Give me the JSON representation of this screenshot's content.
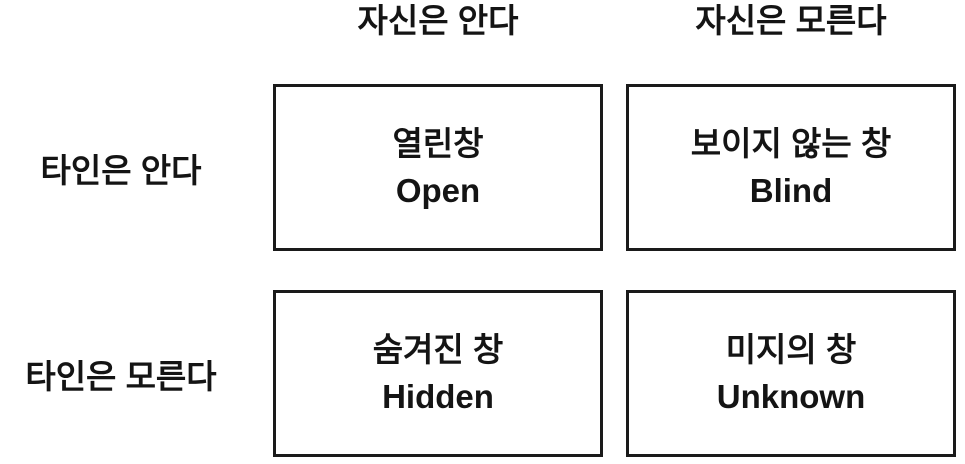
{
  "matrix": {
    "column_headers": [
      {
        "label": "자신은 안다"
      },
      {
        "label": "자신은 모른다"
      }
    ],
    "row_headers": [
      {
        "label": "타인은 안다"
      },
      {
        "label": "타인은 모른다"
      }
    ],
    "quadrants": [
      {
        "title_ko": "열린창",
        "title_en": "Open"
      },
      {
        "title_ko": "보이지 않는 창",
        "title_en": "Blind"
      },
      {
        "title_ko": "숨겨진 창",
        "title_en": "Hidden"
      },
      {
        "title_ko": "미지의 창",
        "title_en": "Unknown"
      }
    ],
    "colors": {
      "background": "#ffffff",
      "text": "#141414",
      "border": "#1a1a1a"
    }
  }
}
